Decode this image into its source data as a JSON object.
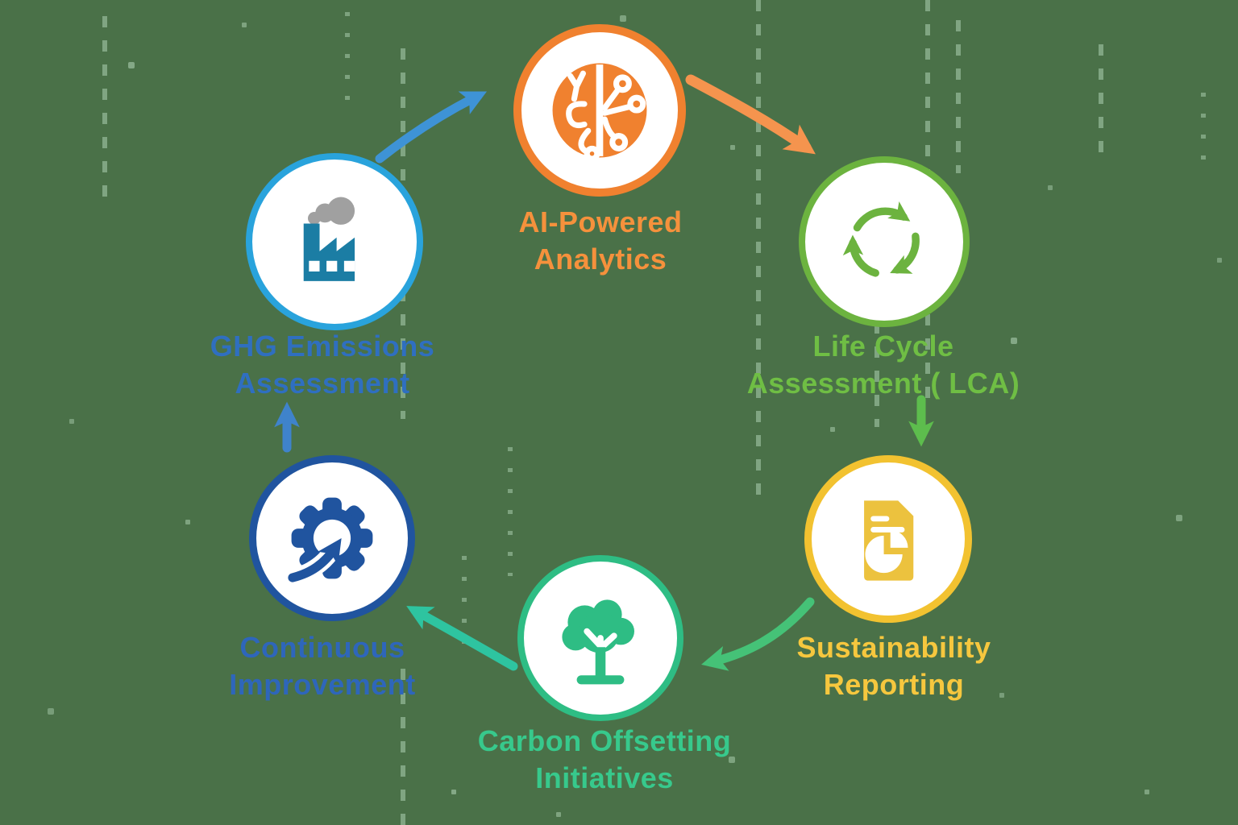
{
  "background": {
    "color": "#4a7148",
    "texture_dot_color": "#bee0c4"
  },
  "diagram": {
    "type": "cycle",
    "nodes": [
      {
        "name": "ghg-emissions-assessment",
        "label_line1": "GHG Emissions",
        "label_line2": "Assessment",
        "ring_color": "#29a3dc",
        "label_color": "#2f6fc0",
        "icon": "factory-icon",
        "icon_color": "#1b7da4",
        "icon_smoke_color": "#a0a0a0"
      },
      {
        "name": "ai-powered-analytics",
        "label_line1": "AI-Powered",
        "label_line2": "Analytics",
        "ring_color": "#f0812f",
        "label_color": "#f5913c",
        "icon": "ai-brain-circuit-icon",
        "icon_color": "#f0812f"
      },
      {
        "name": "life-cycle-assessment",
        "label_line1": "Life Cycle",
        "label_line2": "Assessment ( LCA)",
        "ring_color": "#6cb33f",
        "label_color": "#6fbe44",
        "icon": "recycle-arrows-icon",
        "icon_color": "#6cb33f"
      },
      {
        "name": "sustainability-reporting",
        "label_line1": "Sustainability",
        "label_line2": "Reporting",
        "ring_color": "#f2c230",
        "label_color": "#f6c73e",
        "icon": "report-document-icon",
        "icon_color": "#ecc23e"
      },
      {
        "name": "carbon-offsetting-initiatives",
        "label_line1": "Carbon Offsetting",
        "label_line2": "Initiatives",
        "ring_color": "#2ebd84",
        "label_color": "#37c98c",
        "icon": "tree-icon",
        "icon_color": "#2ebd84"
      },
      {
        "name": "continuous-improvement",
        "label_line1": "Continuous",
        "label_line2": "Improvement",
        "ring_color": "#20549f",
        "label_color": "#2e66bb",
        "icon": "gear-arrow-icon",
        "icon_color": "#20549f"
      }
    ],
    "arrows": [
      {
        "from": "ghg-emissions-assessment",
        "to": "ai-powered-analytics",
        "color": "#3e93d6"
      },
      {
        "from": "ai-powered-analytics",
        "to": "life-cycle-assessment",
        "color": "#f5944e"
      },
      {
        "from": "life-cycle-assessment",
        "to": "sustainability-reporting",
        "color": "#5dbd4d"
      },
      {
        "from": "sustainability-reporting",
        "to": "carbon-offsetting-initiatives",
        "color": "#45c277"
      },
      {
        "from": "carbon-offsetting-initiatives",
        "to": "continuous-improvement",
        "color": "#2ec4a0"
      },
      {
        "from": "continuous-improvement",
        "to": "ghg-emissions-assessment",
        "color": "#3f83cb"
      }
    ]
  }
}
